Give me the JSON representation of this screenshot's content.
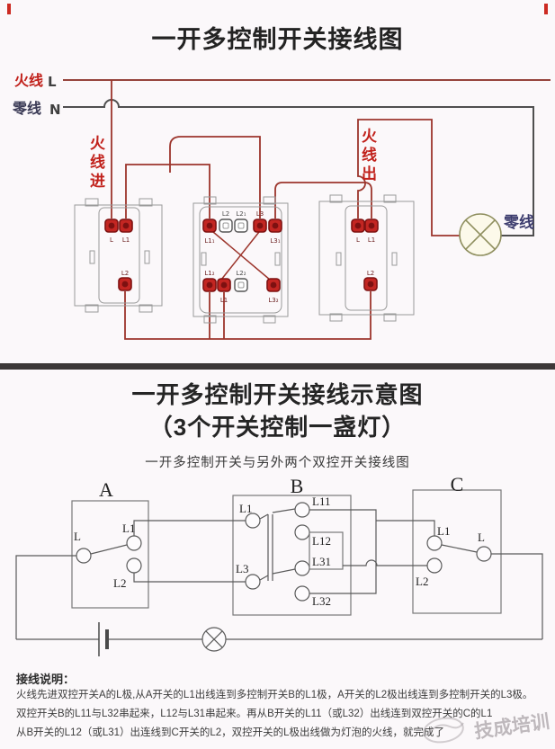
{
  "top": {
    "title": "一开多控制开关接线图",
    "live_label": "火线",
    "live_letter": "L",
    "neutral_label": "零线",
    "neutral_letter": "N",
    "live_in": "火线进",
    "live_out": "火线出",
    "lamp_neutral": "零线",
    "sw1": {
      "l": "L",
      "l1": "L1",
      "l2": "L2"
    },
    "sw2": {
      "t_l11": "L1₁",
      "t_l2": "L2",
      "t_l21": "L2₁",
      "t_l3": "L3",
      "t_l31": "L3₁",
      "b_l12": "L1₂",
      "b_l1": "L1",
      "b_l22": "L2₂",
      "b_l32": "L3₂"
    },
    "sw3": {
      "l": "L",
      "l1": "L1",
      "l2": "L2"
    }
  },
  "bottom": {
    "title": "一开多控制开关接线示意图",
    "title2": "（3个开关控制一盏灯）",
    "subtitle": "一开多控制开关与另外两个双控开关接线图",
    "switch_a": {
      "name": "A",
      "l": "L",
      "l1": "L1",
      "l2": "L2"
    },
    "switch_b": {
      "name": "B",
      "l1": "L1",
      "l3": "L3",
      "l11": "L11",
      "l12": "L12",
      "l31": "L31",
      "l32": "L32"
    },
    "switch_c": {
      "name": "C",
      "l1": "L1",
      "l2": "L2",
      "l": "L"
    },
    "notes_title": "接线说明：",
    "notes": [
      "火线先进双控开关A的L极,从A开关的L1出线连到多控制开关B的L1极，A开关的L2极出线连到多控制开关的L3极。",
      "双控开关B的L11与L32串起来，L12与L31串起来。再从B开关的L11（或L32）出线连到双控开关的C的L1",
      "从B开关的L12（或L31）出连线到C开关的L2，双控开关的L极出线做为灯泡的火线，就完成了"
    ]
  },
  "watermark": "技成培训",
  "colors": {
    "live_red": "#c1211b",
    "wire_red": "#9c352c",
    "neutral_dark": "#4f4f4f",
    "terminal_red": "#c32622",
    "lamp_outline": "#8f8f5f",
    "navy": "#3c3c6e"
  }
}
